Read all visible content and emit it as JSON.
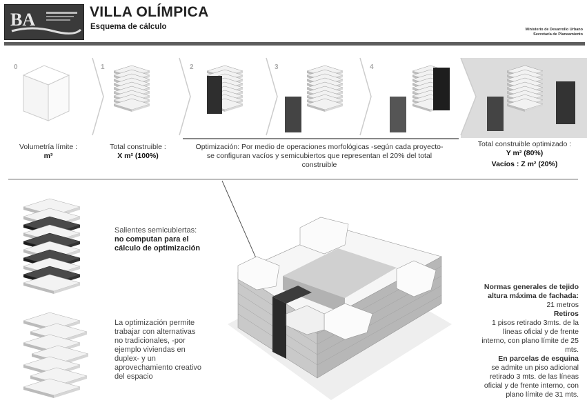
{
  "header": {
    "logo_text": "BA",
    "title": "VILLA OLÍMPICA",
    "subtitle": "Esquema de cálculo",
    "ministry_line1": "Ministerio de Desarrollo Urbano",
    "ministry_line2": "Secretaría de Planeamiento"
  },
  "steps": [
    {
      "num": "0",
      "caption_line1": "Volumetría límite :",
      "caption_line2": "m³"
    },
    {
      "num": "1",
      "caption_line1": "Total construible :",
      "caption_line2": "X m²  (100%)"
    },
    {
      "num": "2"
    },
    {
      "num": "3"
    },
    {
      "num": "4"
    }
  ],
  "optimization_caption": {
    "line1": "Optimización: Por medio de operaciones morfológicas -según cada proyecto-",
    "line2": "se configuran vacíos y semicubiertos que representan el 20% del total",
    "line3": "construible"
  },
  "result_caption": {
    "line1": "Total construible optimizado :",
    "line2": "Y m²  (80%)",
    "line3": "Vacíos :  Z m²  (20%)"
  },
  "notes": {
    "salientes_line1": "Salientes semicubiertas:",
    "salientes_line2": "no computan para el",
    "salientes_line3": "cálculo de optimización",
    "optim": [
      "La optimización permite",
      "trabajar  con alternativas",
      "no tradicionales, -por",
      "ejemplo viviendas en",
      "duplex- y un",
      "aprovechamiento creativo",
      "del espacio"
    ]
  },
  "norms": {
    "title1": "Normas generales de tejido",
    "title2": "altura máxima de fachada:",
    "altura": "21 metros",
    "retiros_title": "Retiros",
    "retiros": [
      "1 pisos retirado 3mts. de la",
      "líneas oficial y de frente",
      "interno, con plano límite de 25",
      "mts."
    ],
    "esquina_title": "En parcelas de esquina",
    "esquina": [
      "se admite un piso adicional",
      "retirado 3 mts. de las líneas",
      "oficial y de frente interno, con",
      "plano límite de 31 mts."
    ]
  }
}
